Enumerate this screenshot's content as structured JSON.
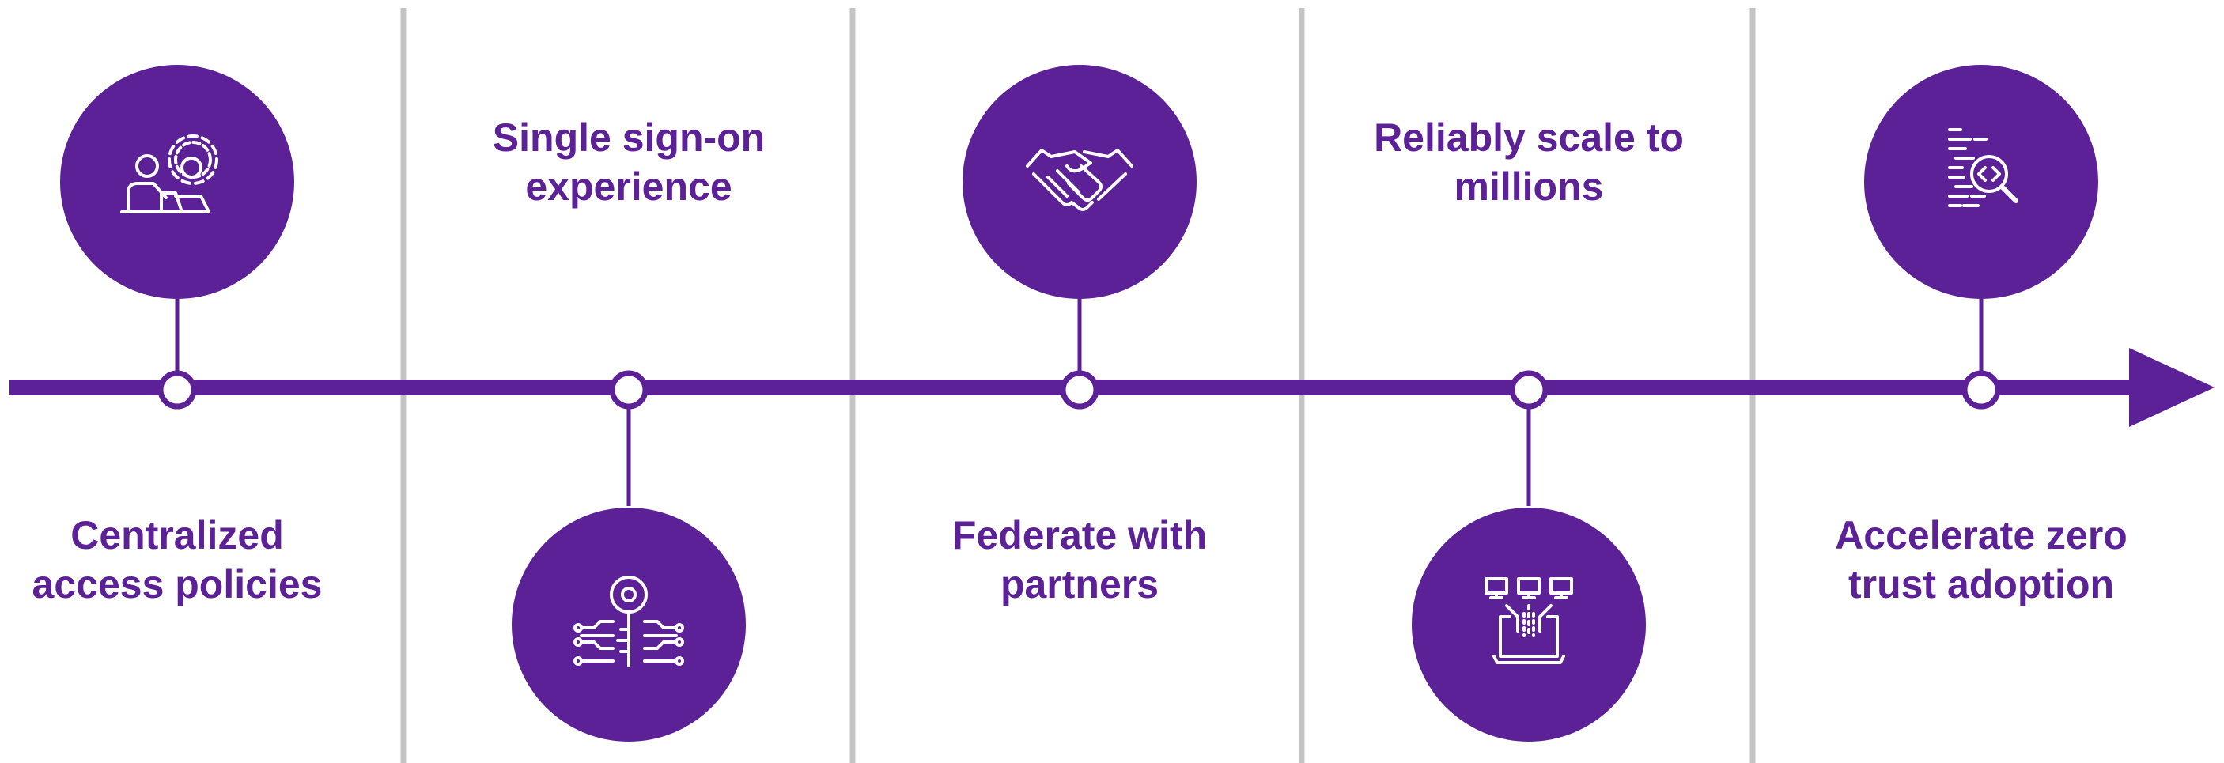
{
  "colors": {
    "accent": "#5c2196",
    "divider": "#c4c4c4",
    "background": "#ffffff",
    "icon_stroke": "#ffffff"
  },
  "stages": [
    {
      "line1": "Centralized",
      "line2": "access policies",
      "icon": "admin-settings-icon",
      "icon_position": "above"
    },
    {
      "line1": "Single sign-on",
      "line2": "experience",
      "icon": "digital-key-icon",
      "icon_position": "below"
    },
    {
      "line1": "Federate with",
      "line2": "partners",
      "icon": "handshake-icon",
      "icon_position": "above"
    },
    {
      "line1": "Reliably scale to",
      "line2": "millions",
      "icon": "network-scale-icon",
      "icon_position": "below"
    },
    {
      "line1": "Accelerate zero",
      "line2": "trust adoption",
      "icon": "code-inspection-icon",
      "icon_position": "above"
    }
  ]
}
